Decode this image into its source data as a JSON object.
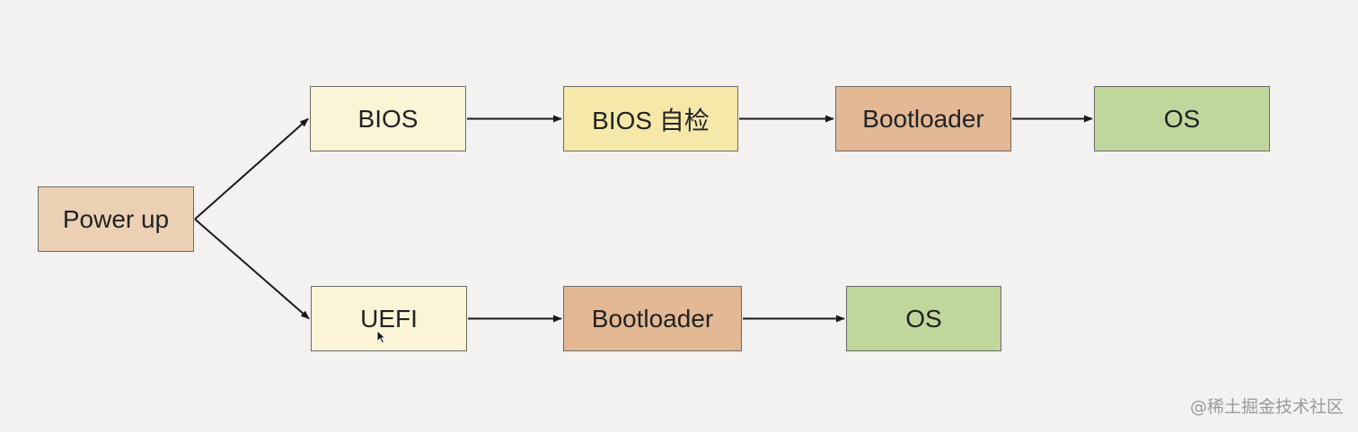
{
  "nodes": {
    "power": {
      "label": "Power up",
      "color": "#ecd0b3"
    },
    "bios": {
      "label": "BIOS",
      "color": "#fcf4d7"
    },
    "bios_check": {
      "label": "BIOS 自检",
      "color": "#f6e8a9"
    },
    "bootloader_top": {
      "label": "Bootloader",
      "color": "#e3b895"
    },
    "os_top": {
      "label": "OS",
      "color": "#bfd69d"
    },
    "uefi": {
      "label": "UEFI",
      "color": "#fcf4d7"
    },
    "bootloader_bottom": {
      "label": "Bootloader",
      "color": "#e3b895"
    },
    "os_bottom": {
      "label": "OS",
      "color": "#bfd69d"
    }
  },
  "edges": [
    [
      "power",
      "bios"
    ],
    [
      "power",
      "uefi"
    ],
    [
      "bios",
      "bios_check"
    ],
    [
      "bios_check",
      "bootloader_top"
    ],
    [
      "bootloader_top",
      "os_top"
    ],
    [
      "uefi",
      "bootloader_bottom"
    ],
    [
      "bootloader_bottom",
      "os_bottom"
    ]
  ],
  "watermark": "@稀土掘金技术社区",
  "colors": {
    "edge": "#1a1a1a",
    "background": "#f3f2f0"
  }
}
